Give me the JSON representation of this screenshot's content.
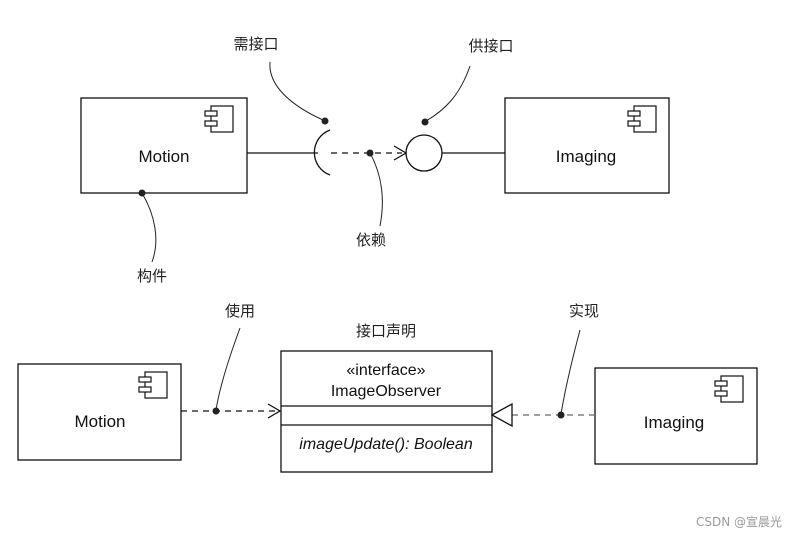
{
  "top_diagram": {
    "left_component": "Motion",
    "right_component": "Imaging",
    "callouts": {
      "required_interface": "需接口",
      "provided_interface": "供接口",
      "dependency": "依赖",
      "component": "构件"
    }
  },
  "bottom_diagram": {
    "left_component": "Motion",
    "right_component": "Imaging",
    "interface_stereotype": "«interface»",
    "interface_name": "ImageObserver",
    "interface_operation": "imageUpdate(): Boolean",
    "callouts": {
      "usage": "使用",
      "interface_declaration": "接口声明",
      "realization": "实现"
    }
  },
  "watermark": "CSDN @宣晨光",
  "colors": {
    "stroke": "#111111",
    "background": "#ffffff",
    "watermark": "#9a9a9a"
  },
  "icons": [
    "component-icon"
  ]
}
